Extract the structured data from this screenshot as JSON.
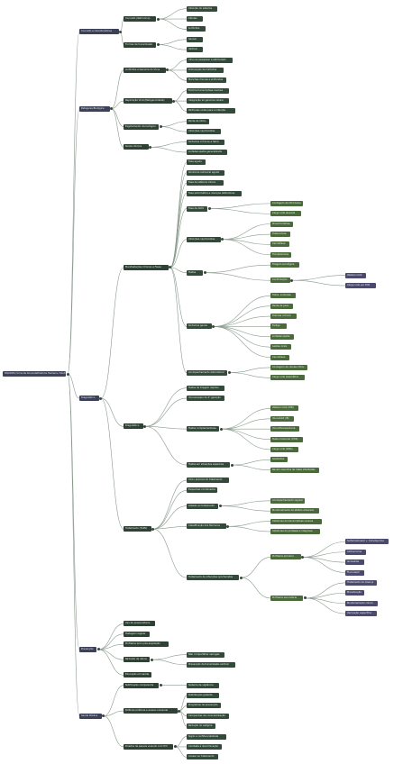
{
  "mindmap": {
    "root": "HIV/AIDS (Vírus da Imunodeficiência Humana / Síndrome)",
    "branches": [
      {
        "label": "Conceito e Características",
        "children": [
          {
            "label": "Conceito (Retrovírus)",
            "children": [
              "Infecção do sistema",
              "Células",
              "Linfócitos"
            ]
          },
          {
            "label": "Formas de transmissão",
            "children": [
              "Sexual",
              "Vertical"
            ]
          }
        ]
      },
      {
        "label": "Patogenia Biológica",
        "children": [
          {
            "label": "Linfócitos e Genoma do Vírus",
            "children": [
              "Vírus ao pesquisar e estimulado",
              "Diminuição de linfócitos",
              "Manchas imunes e profundas"
            ]
          },
          {
            "label": "Replicação Viral (Patogenicidade)",
            "children": [
              "Enzima transcriptase reversa",
              "Integração ao genoma celular",
              "Partículas virais para a infecção"
            ]
          },
          {
            "label": "Esgotamento imunológico",
            "children": [
              "Perda de CD4+",
              "Infecções oportunistas"
            ]
          },
          {
            "label": "Sinais clínicos",
            "children": [
              "Sintomas crônicos e febre",
              "Linfadenopatia generalizada"
            ]
          }
        ]
      },
      {
        "label": "Diagnóstico",
        "children": [
          {
            "label": "Manifestações Clínicas e Fases",
            "children": [
              {
                "label": "Fase aguda",
                "children": []
              },
              {
                "label": "Síndrome retroviral aguda",
                "children": []
              },
              {
                "label": "Fase de latência clínica",
                "children": []
              },
              {
                "label": "Fase sintomática e doenças definidoras",
                "children": []
              },
              {
                "label": "Fase de AIDS",
                "children": [
                  "Contagem de CD4 baixa",
                  "Carga viral elevada"
                ]
              },
              {
                "label": "Infecções oportunistas",
                "children": [
                  "Pneumocistose",
                  "Tuberculose",
                  "Candidíase",
                  "Toxoplasmose"
                ]
              },
              {
                "label": "Testes",
                "children": [
                  "Triagem sorológica",
                  {
                    "label": "Confirmação",
                    "children": [
                      "Western blot",
                      "Carga viral por PCR"
                    ]
                  }
                ]
              },
              {
                "label": "Sintomas gerais",
                "children": [
                  "Febre, sudorese",
                  "Perda de peso",
                  "Diarreia crônica",
                  "Fadiga",
                  "Linfadenopatia",
                  "Lesões orais",
                  "Candidíase"
                ]
              },
              {
                "label": "Acompanhamento laboratorial",
                "children": [
                  "Contagem de células CD4+",
                  "Carga viral plasmática"
                ]
              }
            ]
          },
          {
            "label": "Diagnóstico",
            "children": [
              {
                "label": "Testes de triagem rápidos",
                "children": []
              },
              {
                "label": "Imunoensaio de 4ª geração",
                "children": []
              },
              {
                "label": "Testes complementares",
                "children": [
                  "Western blot (WB)",
                  "Imunoblot (IB)",
                  "Imunofluorescência",
                  "Teste molecular (PCR)",
                  "Carga viral (RNA)"
                ]
              },
              {
                "label": "Testes em situações especiais",
                "children": [
                  "Gestantes",
                  "Recém-nascidos de mães infectadas"
                ]
              }
            ]
          },
          {
            "label": "Tratamento (TARV)",
            "children": [
              {
                "label": "Início precoce do tratamento",
                "children": []
              },
              {
                "label": "Esquemas combinados",
                "children": []
              },
              {
                "label": "Adesão ao tratamento",
                "children": [
                  "Acompanhamento regular",
                  "Monitoramento de efeitos adversos"
                ]
              },
              {
                "label": "Classificação dos fármacos",
                "children": [
                  "Inibidores da transcriptase reversa",
                  "Inibidores da protease e integrase"
                ]
              },
              {
                "label": "Tratamento de infecções oportunistas",
                "children": [
                  {
                    "label": "Profilaxia primária",
                    "children": [
                      "Sulfametoxazol + trimetoprima",
                      "Azitromicina",
                      "Isoniazida",
                      "Fluconazol"
                    ]
                  },
                  {
                    "label": "Profilaxia secundária",
                    "children": [
                      "Tratamento da doença",
                      "Manutenção",
                      "Monitoramento clínico",
                      "Vacinação específica"
                    ]
                  }
                ]
              }
            ]
          }
        ]
      },
      {
        "label": "Prevenção",
        "children": [
          {
            "label": "Uso de preservativos",
            "children": []
          },
          {
            "label": "Testagem regular",
            "children": []
          },
          {
            "label": "Profilaxia pré e pós-exposição",
            "children": []
          },
          {
            "label": "Redução de danos",
            "children": [
              "Não compartilhar seringas",
              "Prevenção da transmissão vertical"
            ]
          },
          {
            "label": "Educação em saúde",
            "children": []
          }
        ]
      },
      {
        "label": "Saúde Pública",
        "children": [
          {
            "label": "Notificação compulsória",
            "children": [
              "Sistema de vigilância"
            ]
          },
          {
            "label": "Políticas públicas e acesso universal",
            "children": [
              "Distribuição gratuita",
              "Programas de prevenção",
              "Campanhas de conscientização",
              "Redução do estigma"
            ]
          },
          {
            "label": "Direitos da pessoa vivendo com HIV",
            "children": [
              "Sigilo e confidencialidade",
              "Combate à discriminação",
              "Acesso ao tratamento"
            ]
          }
        ]
      }
    ]
  }
}
